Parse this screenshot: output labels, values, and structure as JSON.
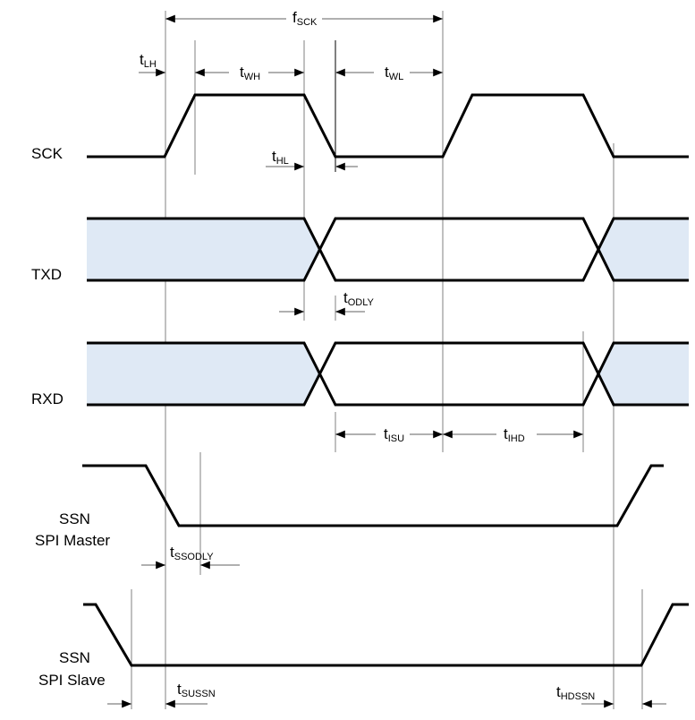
{
  "colors": {
    "bus_fill": "#dfe9f5",
    "signal": "#000000",
    "guide": "#808080"
  },
  "signals": {
    "sck": "SCK",
    "txd": "TXD",
    "rxd": "RXD",
    "ssn_master": [
      "SSN",
      "SPI Master"
    ],
    "ssn_slave": [
      "SSN",
      "SPI Slave"
    ]
  },
  "timings": {
    "fsck": {
      "main": "f",
      "sub": "SCK"
    },
    "tlh": {
      "main": "t",
      "sub": "LH"
    },
    "twh": {
      "main": "t",
      "sub": "WH"
    },
    "twl": {
      "main": "t",
      "sub": "WL"
    },
    "thl": {
      "main": "t",
      "sub": "HL"
    },
    "todly": {
      "main": "t",
      "sub": "ODLY"
    },
    "tisu": {
      "main": "t",
      "sub": "ISU"
    },
    "tihd": {
      "main": "t",
      "sub": "IHD"
    },
    "tssodly": {
      "main": "t",
      "sub": "SSODLY"
    },
    "tsussn": {
      "main": "t",
      "sub": "SUSSN"
    },
    "thdssn": {
      "main": "t",
      "sub": "HDSSN"
    }
  }
}
